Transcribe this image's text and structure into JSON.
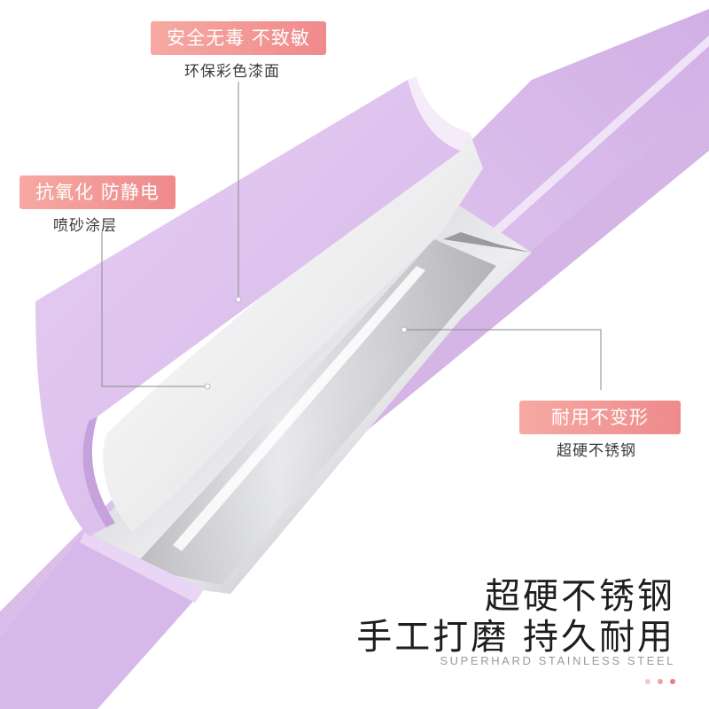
{
  "labels": [
    {
      "tag": "安全无毒 不致敏",
      "sub": "环保彩色漆面"
    },
    {
      "tag": "抗氧化 防静电",
      "sub": "喷砂涂层"
    },
    {
      "tag": "耐用不变形",
      "sub": "超硬不锈钢"
    }
  ],
  "headline": {
    "line1": "超硬不锈钢",
    "line2": "手工打磨 持久耐用"
  },
  "english": "SUPERHARD STAINLESS STEEL",
  "colors": {
    "tag_gradient_start": "#f6a9a2",
    "tag_gradient_end": "#ef8a8c",
    "body_lavender": "#dcc0ec",
    "steel": "#cfd0d4",
    "dots": [
      "#f6c7c4",
      "#f0a0a3",
      "#ea7d84"
    ]
  }
}
